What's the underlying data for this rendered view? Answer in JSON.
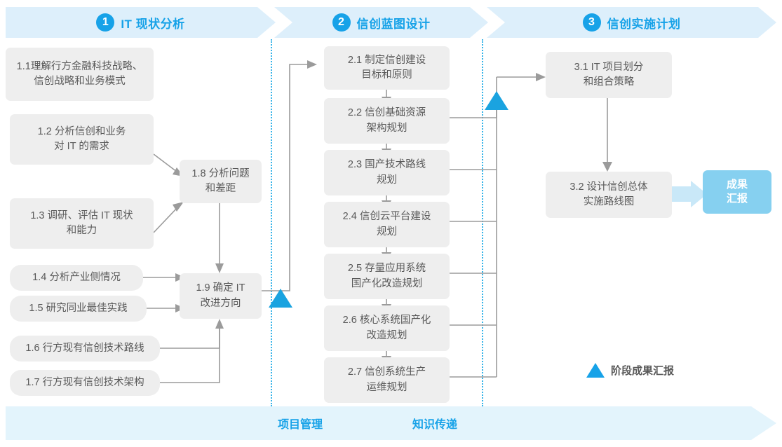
{
  "phases": [
    {
      "number": "1",
      "title": "IT 现状分析"
    },
    {
      "number": "2",
      "title": "信创蓝图设计"
    },
    {
      "number": "3",
      "title": "信创实施计划"
    }
  ],
  "boxes": {
    "b11": "1.1理解行方金融科技战略、\n信创战略和业务模式",
    "b12": "1.2 分析信创和业务\n对 IT 的需求",
    "b13": "1.3 调研、评估 IT 现状\n和能力",
    "b14": "1.4 分析产业侧情况",
    "b15": "1.5 研究同业最佳实践",
    "b16": "1.6 行方现有信创技术路线",
    "b17": "1.7 行方现有信创技术架构",
    "b18": "1.8 分析问题\n和差距",
    "b19": "1.9 确定 IT\n改进方向",
    "b21": "2.1 制定信创建设\n目标和原则",
    "b22": "2.2 信创基础资源\n架构规划",
    "b23": "2.3 国产技术路线\n规划",
    "b24": "2.4 信创云平台建设\n规划",
    "b25": "2.5 存量应用系统\n国产化改造规划",
    "b26": "2.6 核心系统国产化\n改造规划",
    "b27": "2.7 信创系统生产\n运维规划",
    "b31": "3.1 IT 项目划分\n和组合策略",
    "b32": "3.2 设计信创总体\n实施路线图"
  },
  "deliverable": "成果\n汇报",
  "legend": {
    "icon": "triangle-up-icon",
    "label": "阶段成果汇报"
  },
  "footer": {
    "label_1": "项目管理",
    "label_2": "知识传递"
  },
  "colors": {
    "accent": "#17a2e8",
    "milestone": "#1aa3e0",
    "phase_band": "#ddeffb",
    "footer_band": "#e3f4fc",
    "box_fill": "#eeeeee",
    "box_text": "#595959",
    "chip_fill": "#86d0f0",
    "connector": "#9b9b9b",
    "separator": "#35b3e8"
  }
}
